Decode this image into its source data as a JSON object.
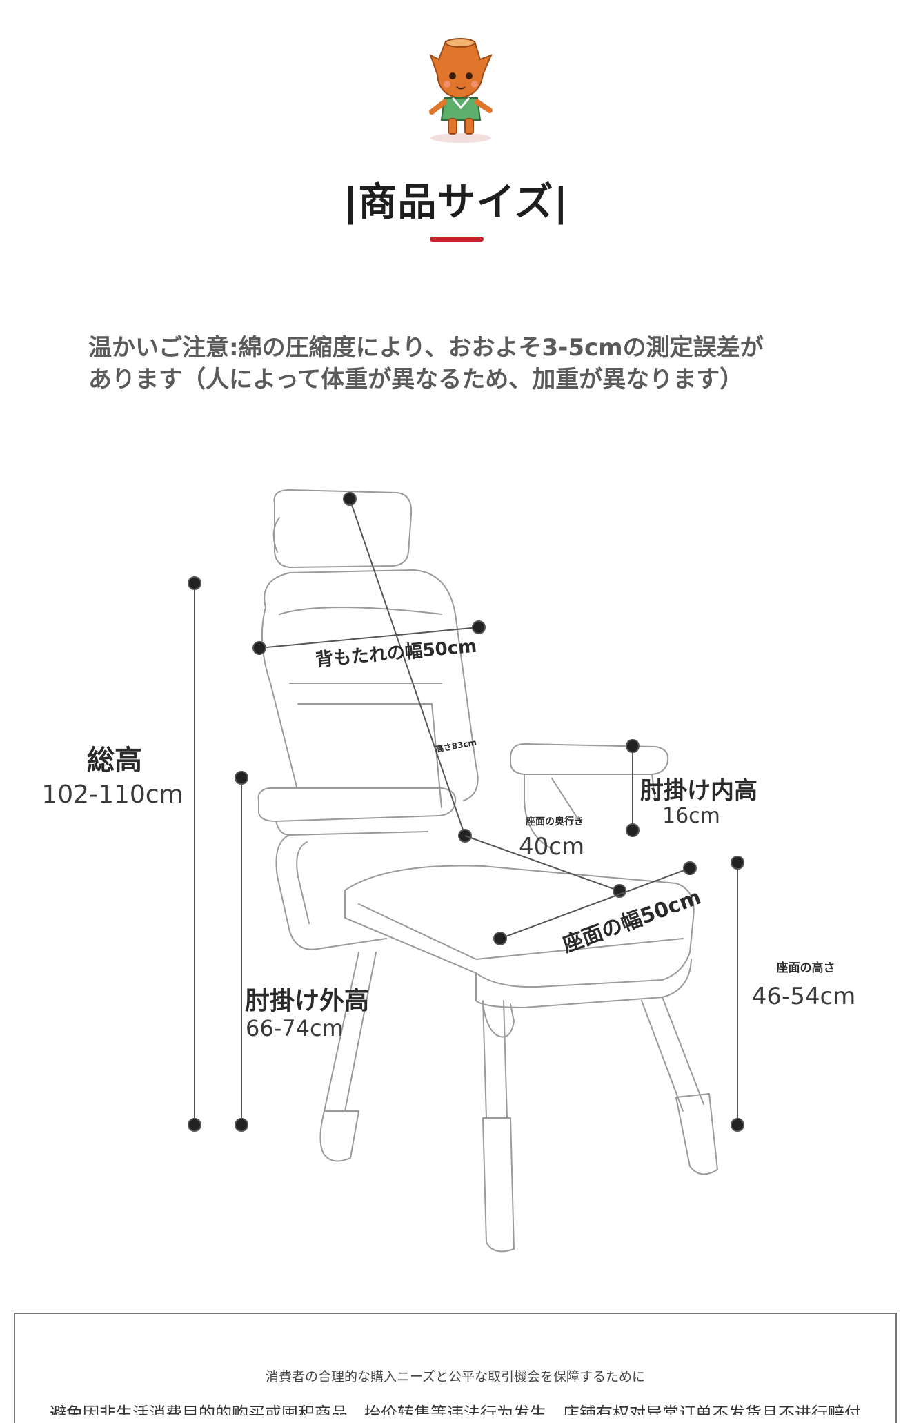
{
  "title": "|商品サイズ|",
  "notice": {
    "line1": "温かいご注意:綿の圧縮度により、おおよそ3-5cmの測定誤差が",
    "line2": "あります（人によって体重が異なるため、加重が異なります）"
  },
  "dimensions": {
    "total_height_label": "総高",
    "total_height_value": "102-110cm",
    "backrest_width": "背もたれの幅50cm",
    "back_height": "高さ83cm",
    "armrest_inner_label": "肘掛け内高",
    "armrest_inner_value": "16cm",
    "seat_depth_label": "座面の奥行き",
    "seat_depth_value": "40cm",
    "seat_width": "座面の幅50cm",
    "seat_height_label": "座面の高さ",
    "seat_height_value": "46-54cm",
    "armrest_outer_label": "肘掛け外高",
    "armrest_outer_value": "66-74cm"
  },
  "footer": {
    "line1": "消費者の合理的な購入ニーズと公平な取引機会を保障するために",
    "line2": "避免因非生活消费目的的购买或囤积商品，抬价转售等违法行为发生，店铺有权对异常订单不发货且不进行赔付"
  },
  "colors": {
    "accent": "#c8232c",
    "title": "#1e1e1e",
    "line": "#555555"
  }
}
